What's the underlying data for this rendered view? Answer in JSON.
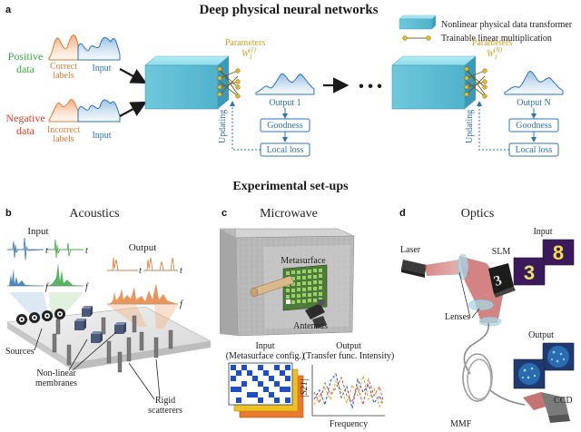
{
  "panel_a": {
    "letter": "a",
    "title": "Deep physical neural networks",
    "legend_transformer": "Nonlinear physical data transformer",
    "legend_linear": "Trainable linear multiplication",
    "positive_line1": "Positive",
    "positive_line2": "data",
    "negative_line1": "Negative",
    "negative_line2": "data",
    "correct_line1": "Correct",
    "correct_line2": "labels",
    "incorrect_line1": "Incorrect",
    "incorrect_line2": "labels",
    "input_top": "Input",
    "input_bottom": "Input",
    "params_1": "Parameters",
    "params_1_sym": "W",
    "params_1_sub": "1",
    "params_1_sup": "(1)",
    "params_n": "Parameters",
    "params_n_sym": "W",
    "params_n_sub": "1",
    "params_n_sup": "(N)",
    "output_1": "Output 1",
    "output_n": "Output N",
    "goodness_1": "Goodness",
    "goodness_n": "Goodness",
    "loss_1": "Local loss",
    "loss_n": "Local loss",
    "updating_1": "Updating",
    "updating_n": "Updating",
    "ellipsis": "• • •"
  },
  "section_b_title": "Experimental set-ups",
  "panel_b": {
    "letter": "b",
    "title": "Acoustics",
    "input": "Input",
    "output": "Output",
    "t1": "t",
    "t2": "t",
    "t3": "t",
    "t4": "t",
    "f1": "f",
    "f2": "f",
    "f3": "f",
    "sources": "Sources",
    "membranes_line1": "Non-linear",
    "membranes_line2": "membranes",
    "scatterers_line1": "Rigid",
    "scatterers_line2": "scatterers"
  },
  "panel_c": {
    "letter": "c",
    "title": "Microwave",
    "metasurface": "Metasurface",
    "antennas": "Antennas",
    "input_line1": "Input",
    "input_line2": "(Metasurface config.)",
    "output_line1": "Output",
    "output_line2": "(Transfer func. Intensity)",
    "s21": "|S21|",
    "frequency": "Frequency"
  },
  "panel_d": {
    "letter": "d",
    "title": "Optics",
    "laser": "Laser",
    "slm": "SLM",
    "input": "Input",
    "lenses": "Lenses",
    "output": "Output",
    "mmf": "MMF",
    "ccd": "CCD",
    "digit_in": "8",
    "digit_slm": "3",
    "digit_mirror": "3"
  },
  "colors": {
    "positive": "#3aa745",
    "negative": "#e0402a",
    "signal_blue": "#2e74b5",
    "label_orange": "#e8894a",
    "block_cyan": "#7fd3e3",
    "parameter_gold": "#c9a227"
  }
}
